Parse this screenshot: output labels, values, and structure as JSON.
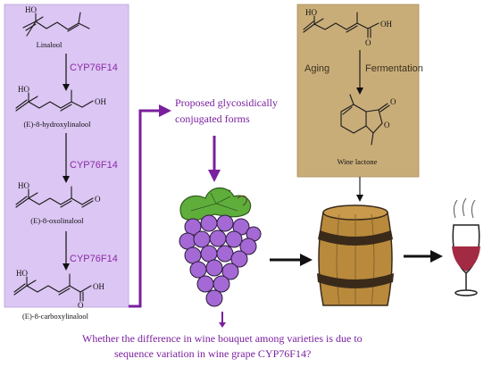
{
  "pathway": {
    "compounds": [
      {
        "name": "Linalool"
      },
      {
        "name": "(E)-8-hydroxylinalool"
      },
      {
        "name": "(E)-8-oxolinalool"
      },
      {
        "name": "(E)-8-carboxylinalool"
      }
    ],
    "enzyme_steps": [
      "CYP76F14",
      "CYP76F14",
      "CYP76F14"
    ],
    "atoms": {
      "ho": "HO",
      "oh": "OH",
      "o": "O"
    }
  },
  "wine_box": {
    "labels": {
      "aging": "Aging",
      "fermentation": "Fermentation"
    },
    "product": "Wine lactone"
  },
  "glycoside_text": [
    "Proposed glycosidically",
    "conjugated forms"
  ],
  "question": [
    "Whether the difference in wine bouquet among varieties is due to",
    "sequence variation in wine grape CYP76F14?"
  ],
  "colors": {
    "pathway_panel": "#dcc6f3",
    "wine_panel": "#c9ad79",
    "purple_arrow": "#7a1f9e",
    "grape": "#a469d4",
    "leaf": "#5fae3c",
    "barrel_wood": "#b98a3c",
    "barrel_hoop": "#3a2a1a",
    "wine": "#a32a43"
  }
}
